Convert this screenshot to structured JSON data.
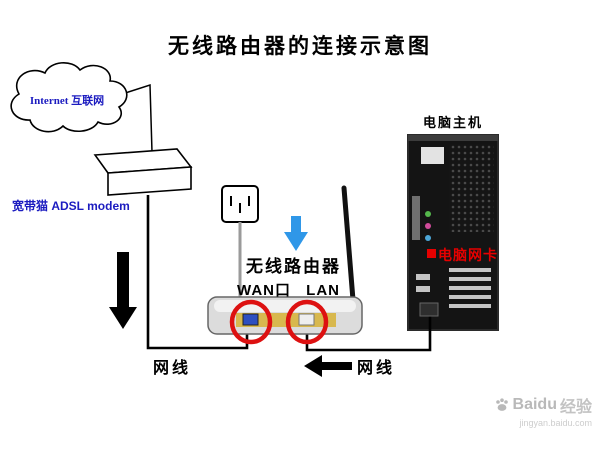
{
  "title": "无线路由器的连接示意图",
  "labels": {
    "internet": "Internet 互联网",
    "modem": "宽带猫 ADSL modem",
    "router": "无线路由器",
    "ports": "WAN口 LAN",
    "computer": "电脑主机",
    "nic": "电脑网卡",
    "cable_left": "网线",
    "cable_right": "网线"
  },
  "watermark": {
    "brand": "Baidu",
    "suffix": "经验",
    "url": "jingyan.baidu.com"
  },
  "colors": {
    "label_blue": "#1c1cc0",
    "nic_red": "#e60000",
    "circle_red": "#dd1111",
    "arrow_blue": "#2f97e8"
  }
}
